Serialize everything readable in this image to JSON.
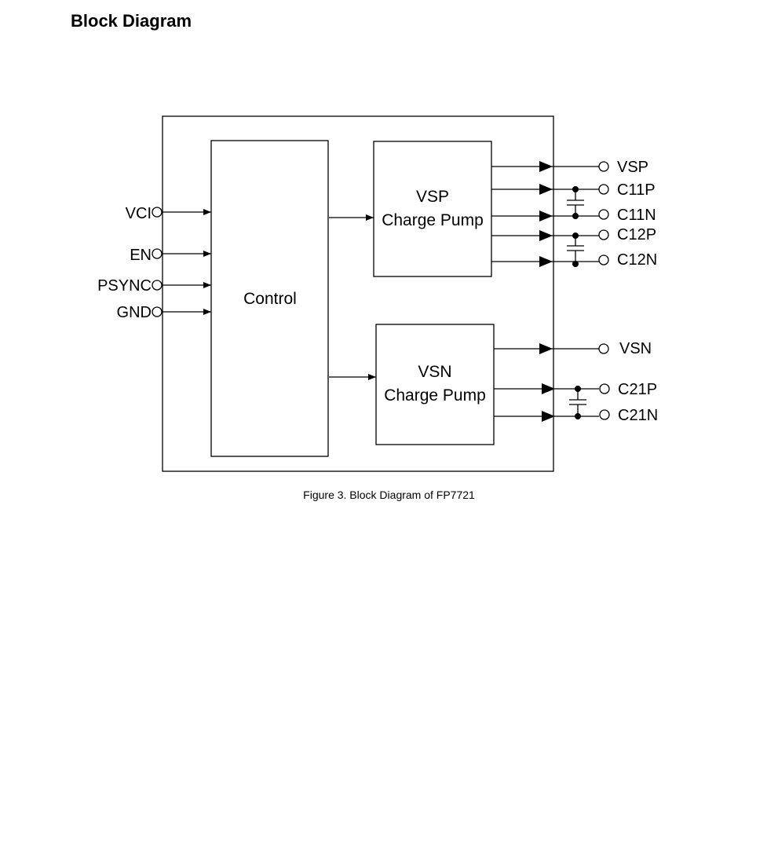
{
  "heading": "Block Diagram",
  "blocks": {
    "control": "Control",
    "vsp_line1": "VSP",
    "vsp_line2": "Charge Pump",
    "vsn_line1": "VSN",
    "vsn_line2": "Charge Pump"
  },
  "input_pins": [
    "VCI",
    "EN",
    "PSYNC",
    "GND"
  ],
  "output_pins": [
    "VSP",
    "C11P",
    "C11N",
    "C12P",
    "C12N",
    "VSN",
    "C21P",
    "C21N"
  ],
  "caption": "Figure 3. Block Diagram of FP7721"
}
